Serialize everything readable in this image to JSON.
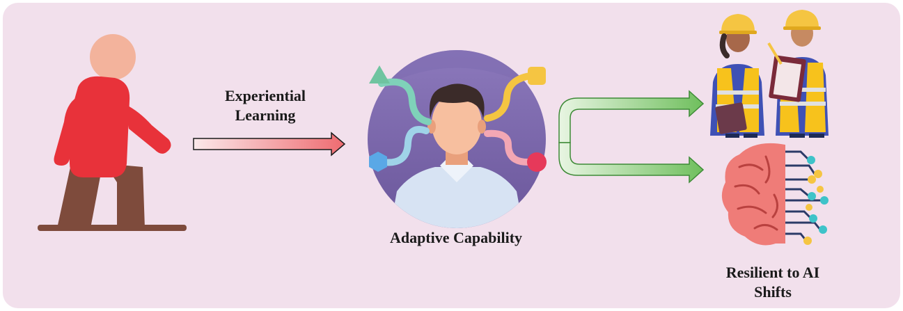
{
  "labels": {
    "experiential_line1": "Experiential",
    "experiential_line2": "Learning",
    "adaptive": "Adaptive Capability",
    "resilient_line1": "Resilient to AI",
    "resilient_line2": "Shifts"
  },
  "colors": {
    "background": "#f2e0ec",
    "walker_body": "#e8323a",
    "walker_head": "#f3b39c",
    "walker_legs": "#7e4b3c",
    "central_circle": "#7a64a8",
    "arrow_red": "#ef6f74",
    "arrow_green": "#6fbf5d",
    "brain": "#ef7c78",
    "vest": "#f7c21c",
    "helmet": "#f5c542"
  },
  "icons": [
    "walking-person-icon",
    "adaptive-mind-icon",
    "construction-workers-icon",
    "ai-brain-icon"
  ]
}
